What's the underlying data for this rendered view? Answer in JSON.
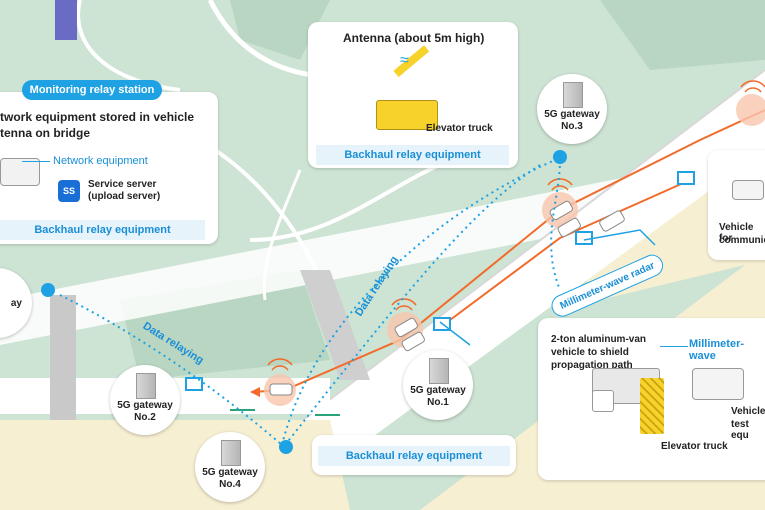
{
  "monitoring": {
    "pill": "Monitoring relay station",
    "title_line1": "twork equipment stored in vehicle",
    "title_line2": "tenna on bridge",
    "network_equipment": "Network equipment",
    "service_server": "Service server",
    "service_server_sub": "(upload server)",
    "ss_badge": "SS",
    "relay_bar": "Backhaul relay equipment"
  },
  "antenna": {
    "title": "Antenna (about 5m high)",
    "truck_label": "Elevator truck",
    "relay_bar": "Backhaul relay equipment"
  },
  "bottom_relay": {
    "label": "Backhaul relay equipment"
  },
  "gateways": [
    {
      "line1": "5G gateway",
      "line2": "No.1"
    },
    {
      "line1": "5G gateway",
      "line2": "No.2"
    },
    {
      "line1": "5G gateway",
      "line2": "No.3"
    },
    {
      "line1": "5G gateway",
      "line2": "No.4"
    }
  ],
  "edge_gateway": {
    "line1": "ay"
  },
  "data_relaying": [
    "Data relaying",
    "Data relaying"
  ],
  "radar_label": "Millimeter-wave radar",
  "right_panel": {
    "text_line1": "2-ton aluminum-van",
    "text_line2": "vehicle to shield",
    "text_line3": "propagation path",
    "mmw_label": "Millimeter-wave",
    "elevator_truck": "Elevator truck",
    "vehicle_line1": "Vehicle",
    "vehicle_line2": "test equ"
  },
  "right_top_panel": {
    "line1": "Vehicle for",
    "line2": "communica"
  },
  "colors": {
    "map_green": "#cde3d3",
    "road_white": "#ffffff",
    "accent_blue": "#1ea2e4",
    "signal_orange": "#f26b2a",
    "sand": "#f7efd2"
  }
}
